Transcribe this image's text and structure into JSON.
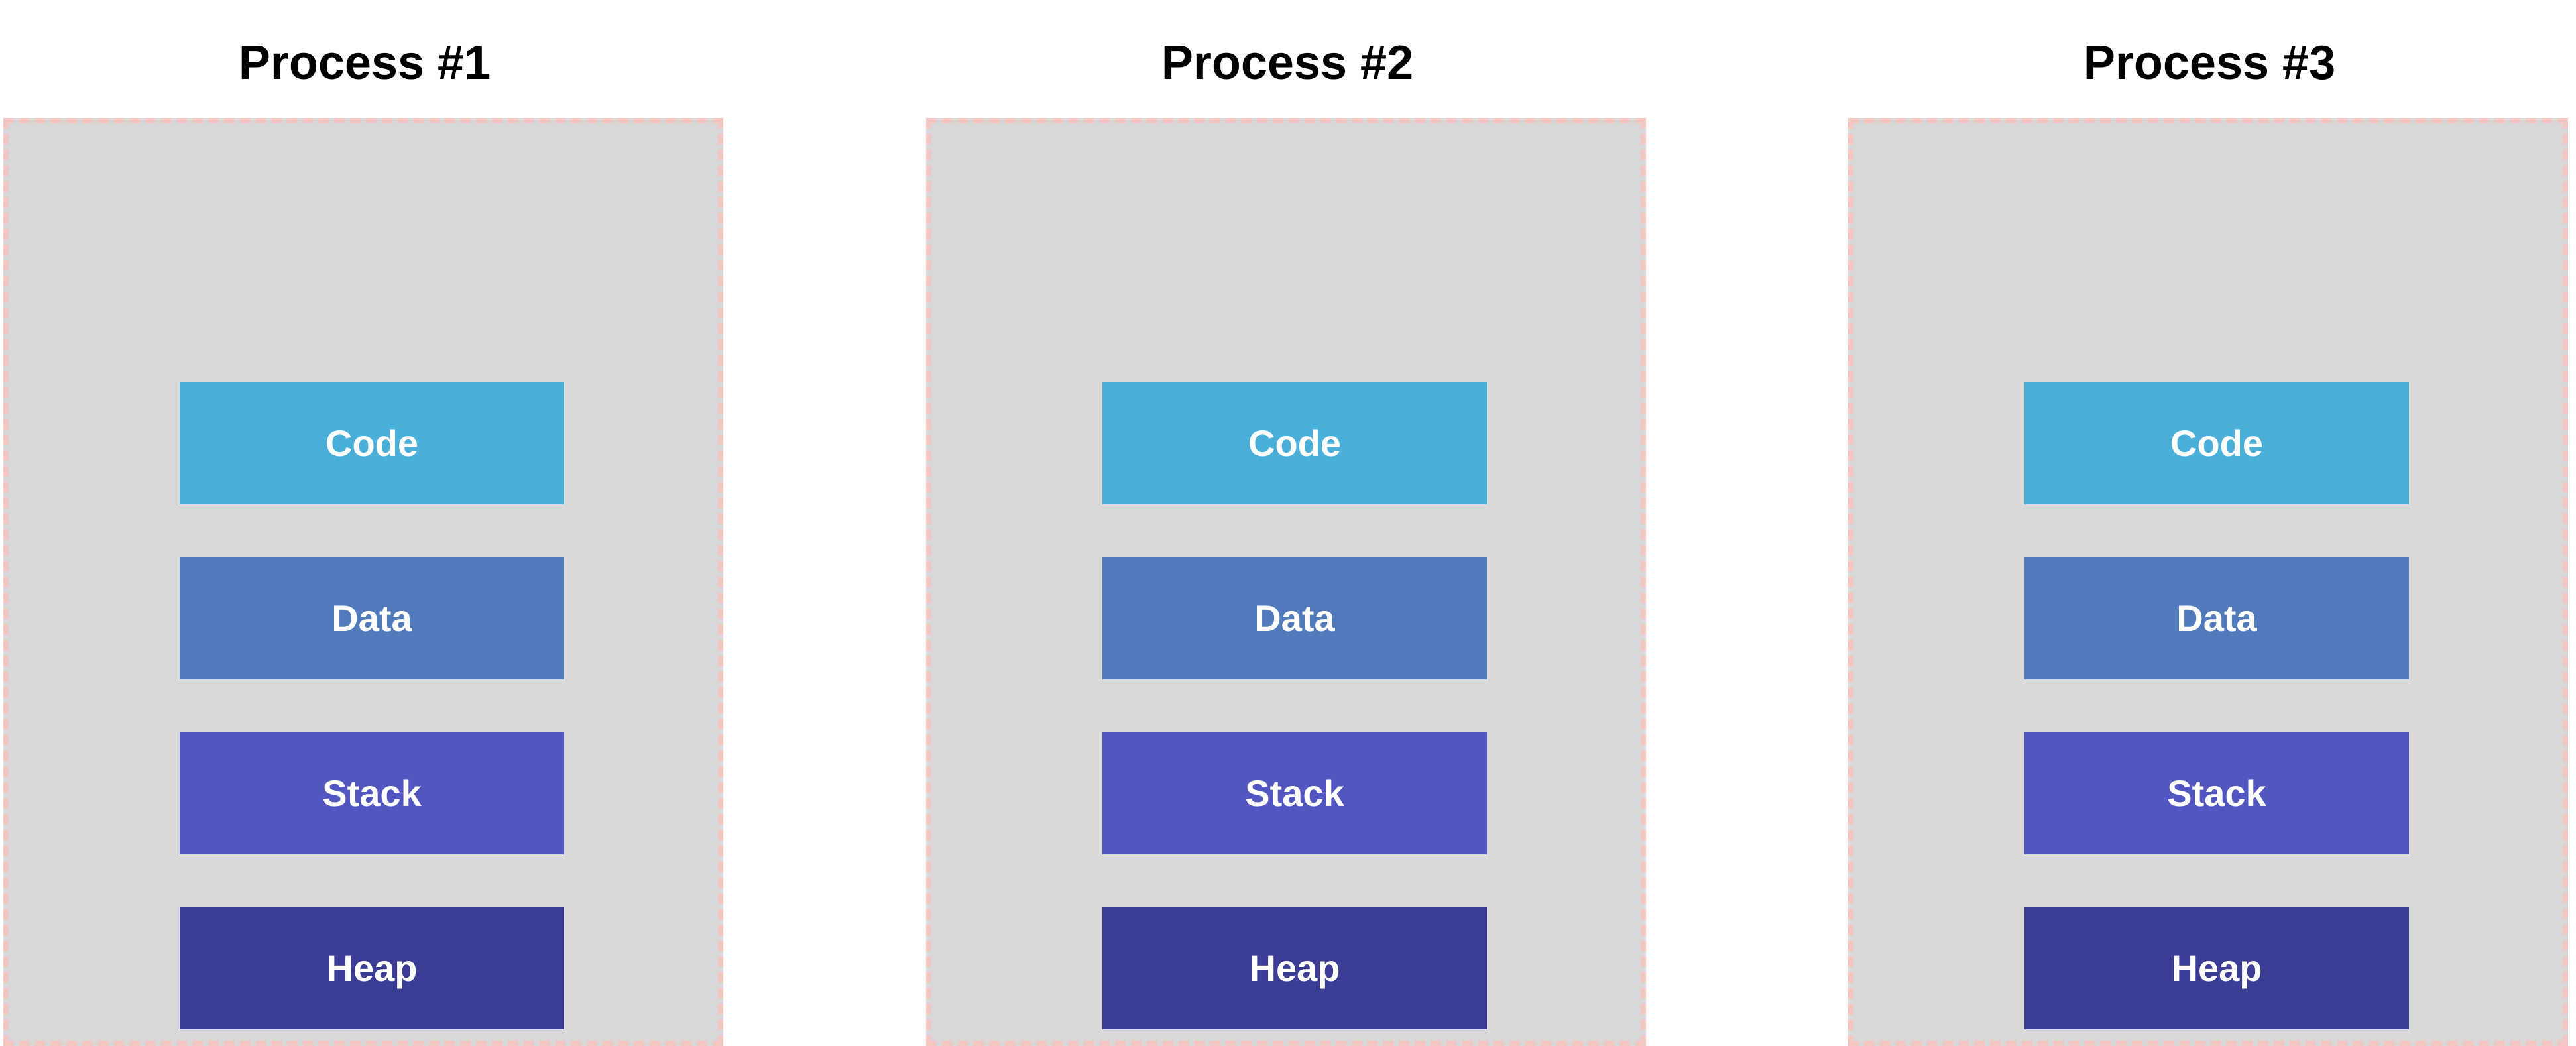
{
  "processes": [
    {
      "title": "Process #1",
      "segments": [
        {
          "label": "Code",
          "color": "#4ab0d9"
        },
        {
          "label": "Data",
          "color": "#527bbd"
        },
        {
          "label": "Stack",
          "color": "#5256c0"
        },
        {
          "label": "Heap",
          "color": "#3a3c96"
        }
      ]
    },
    {
      "title": "Process #2",
      "segments": [
        {
          "label": "Code",
          "color": "#4ab0d9"
        },
        {
          "label": "Data",
          "color": "#527bbd"
        },
        {
          "label": "Stack",
          "color": "#5256c0"
        },
        {
          "label": "Heap",
          "color": "#3a3c96"
        }
      ]
    },
    {
      "title": "Process #3",
      "segments": [
        {
          "label": "Code",
          "color": "#4ab0d9"
        },
        {
          "label": "Data",
          "color": "#527bbd"
        },
        {
          "label": "Stack",
          "color": "#5256c0"
        },
        {
          "label": "Heap",
          "color": "#3a3c96"
        }
      ]
    }
  ],
  "colors": {
    "box_background": "#d9d9d9",
    "box_border": "#f4c7c3"
  }
}
